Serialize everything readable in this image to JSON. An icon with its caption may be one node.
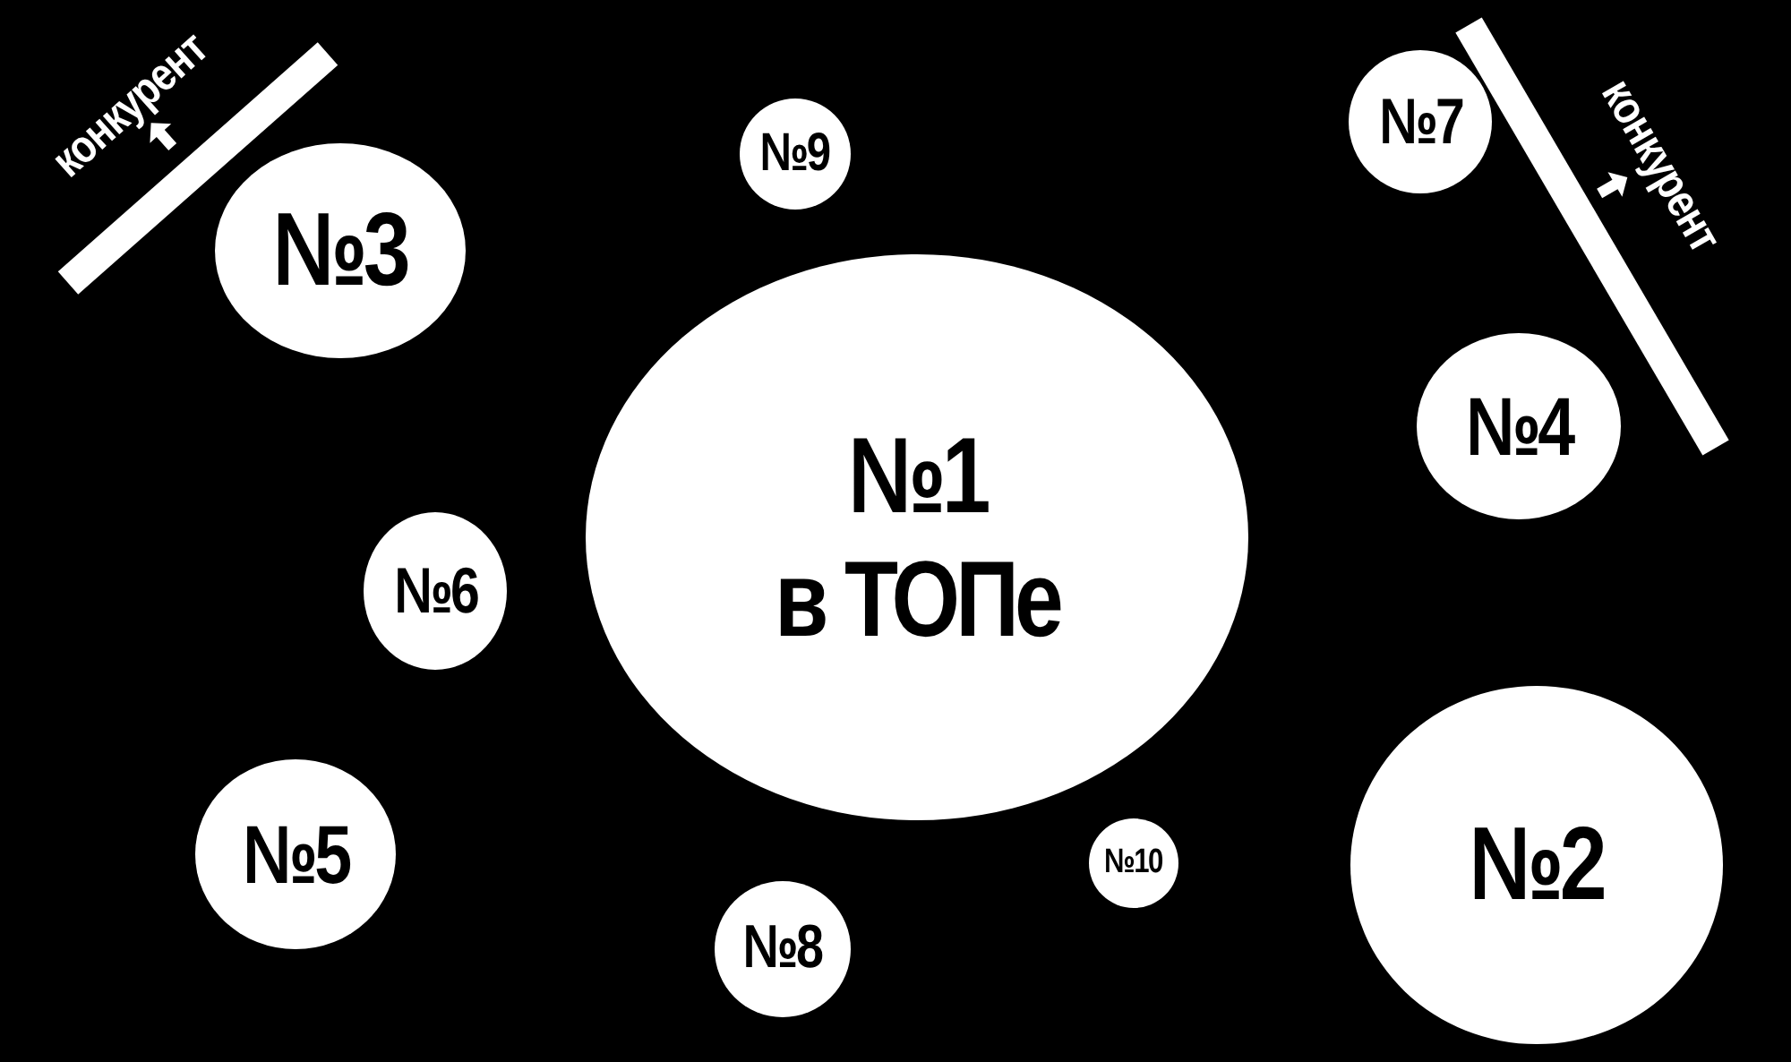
{
  "diagram": {
    "nodes": [
      {
        "text": [
          "№3"
        ]
      },
      {
        "text": [
          "№9"
        ]
      },
      {
        "text": [
          "№7"
        ]
      },
      {
        "text": [
          "№1",
          "в ТОПе"
        ]
      },
      {
        "text": [
          "№4"
        ]
      },
      {
        "text": [
          "№6"
        ]
      },
      {
        "text": [
          "№5"
        ]
      },
      {
        "text": [
          "№2"
        ]
      },
      {
        "text": [
          "№10"
        ]
      },
      {
        "text": [
          "№8"
        ]
      }
    ],
    "labels": [
      "конкурент",
      "конкурент"
    ]
  }
}
